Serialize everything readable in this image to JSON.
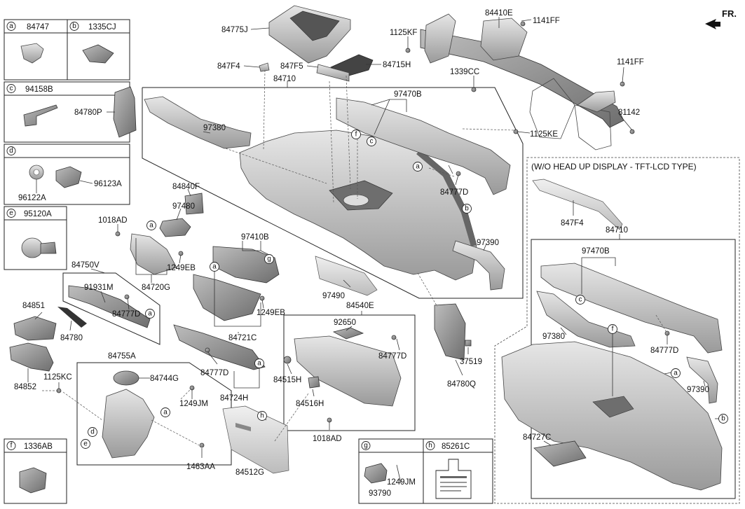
{
  "direction": {
    "front": "FR."
  },
  "legend": [
    {
      "letter": "a",
      "part": "84747"
    },
    {
      "letter": "b",
      "part": "1335CJ"
    },
    {
      "letter": "c",
      "part": "94158B"
    },
    {
      "letter": "d",
      "part": ""
    },
    {
      "letter": "e",
      "part": "95120A"
    },
    {
      "letter": "f",
      "part": "1336AB"
    },
    {
      "letter": "g",
      "part": ""
    },
    {
      "letter": "h",
      "part": "85261C"
    }
  ],
  "detail_d_parts": [
    "96122A",
    "96123A"
  ],
  "detail_g_parts": [
    "93790",
    "1249JM"
  ],
  "inset": {
    "title": "(W/O HEAD UP DISPLAY - TFT-LCD TYPE)"
  },
  "labels": {
    "p84775J": "84775J",
    "p84410E": "84410E",
    "p1141FF_a": "1141FF",
    "p1125KF": "1125KF",
    "p847F4_a": "847F4",
    "p847F5": "847F5",
    "p84715H": "84715H",
    "p84710_a": "84710",
    "p1339CC": "1339CC",
    "p1141FF_b": "1141FF",
    "p97470B_a": "97470B",
    "p84780P": "84780P",
    "p97380_a": "97380",
    "p81142": "81142",
    "p1125KE": "1125KE",
    "p84777D_a": "84777D",
    "p84840F": "84840F",
    "p97480": "97480",
    "p1018AD_a": "1018AD",
    "p97410B": "97410B",
    "p97390_a": "97390",
    "p84750V": "84750V",
    "p1249EB_a": "1249EB",
    "p84720G": "84720G",
    "p91931M": "91931M",
    "p84777D_b": "84777D",
    "p97490": "97490",
    "p84540E": "84540E",
    "p84851": "84851",
    "p1249EB_b": "1249EB",
    "p92650": "92650",
    "p84780": "84780",
    "p84721C": "84721C",
    "p84777D_c": "84777D",
    "p84852": "84852",
    "p84755A": "84755A",
    "p84744G": "84744G",
    "p1125KC": "1125KC",
    "p1249JM": "1249JM",
    "p84777D_d": "84777D",
    "p84724H": "84724H",
    "p84515H": "84515H",
    "p37519": "37519",
    "p84780Q": "84780Q",
    "p84516H": "84516H",
    "p1018AD_b": "1018AD",
    "p1463AA": "1463AA",
    "p84512G": "84512G",
    "p847F4_b": "847F4",
    "p84710_b": "84710",
    "p97470B_b": "97470B",
    "p97380_b": "97380",
    "p84777D_e": "84777D",
    "p97390_b": "97390",
    "p84727C": "84727C"
  },
  "colors": {
    "line": "#222222",
    "part_light": "#d8d8d8",
    "part_dark": "#8a8a8a"
  }
}
